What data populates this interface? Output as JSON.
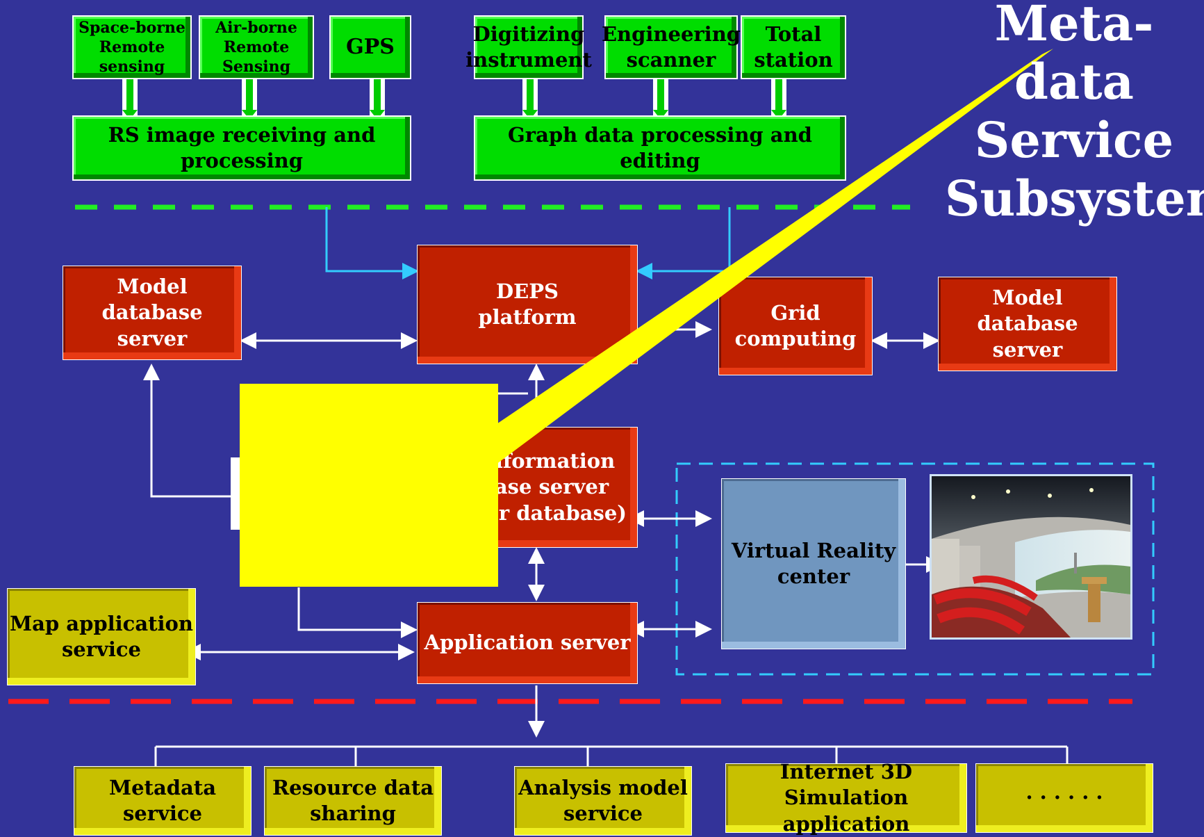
{
  "title": "Meta-data\nService\nSubsystem",
  "top_inputs": {
    "space_borne": "Space-borne\nRemote sensing",
    "air_borne": "Air-borne\nRemote Sensing",
    "gps": "GPS",
    "digitizing": "Digitizing\ninstrument",
    "scanner": "Engineering\nscanner",
    "total_station": "Total\nstation"
  },
  "processing": {
    "rs": "RS image receiving and processing",
    "graph": "Graph data processing and editing"
  },
  "servers": {
    "model_db_left": "Model database\nserver",
    "deps": "DEPS\nplatform",
    "grid": "Grid computing",
    "model_db_right": "Model database\nserver",
    "info_db": "nformation\nase server\nter database)",
    "app_server": "Application server",
    "vr_center": "Virtual Reality\ncenter"
  },
  "map_app": "Map application\nservice",
  "services": {
    "metadata": "Metadata service",
    "resource": "Resource data\nsharing",
    "analysis": "Analysis model\nservice",
    "internet3d": "Internet 3D\nSimulation application",
    "more": "· · · · · ·"
  },
  "colors": {
    "background": "#333399",
    "green": "#00dd00",
    "red": "#c02000",
    "olive": "#c8c000",
    "callout": "#ffff00",
    "cyan": "#33ccff"
  }
}
